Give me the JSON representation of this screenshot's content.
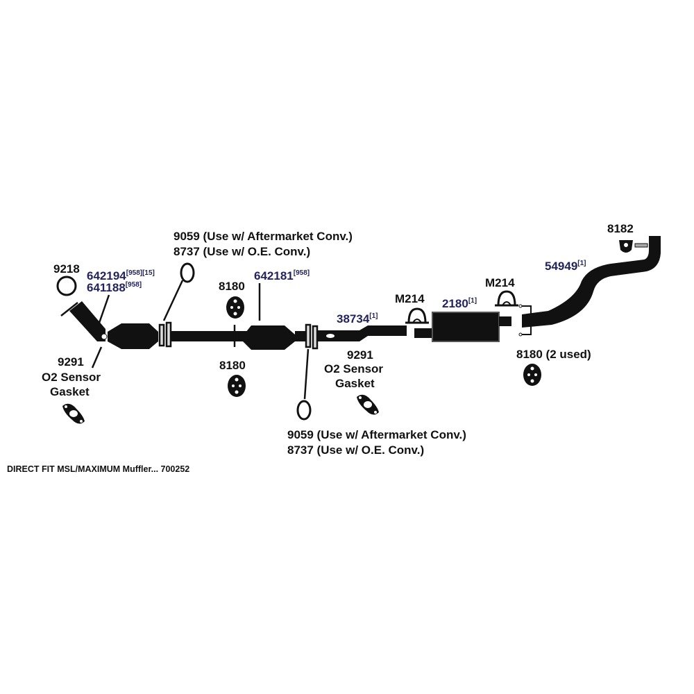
{
  "labels": {
    "top_gasket_aftermarket": "9059 (Use w/ Aftermarket Conv.)",
    "top_gasket_oe": "8737 (Use w/ O.E. Conv.)",
    "front_gasket": "9218",
    "front_converter_a": "642194",
    "front_converter_a_notes": "[958][15]",
    "front_converter_b": "641188",
    "front_converter_b_notes": "[958]",
    "hanger_upper": "8180",
    "rear_converter": "642181",
    "rear_converter_notes": "[958]",
    "hanger_lower": "8180",
    "o2_left_number": "9291",
    "o2_left_line1": "O2 Sensor",
    "o2_left_line2": "Gasket",
    "intermediate_pipe": "38734",
    "intermediate_pipe_notes": "[1]",
    "o2_right_number": "9291",
    "o2_right_line1": "O2 Sensor",
    "o2_right_line2": "Gasket",
    "clamp_left": "M214",
    "muffler": "2180",
    "muffler_notes": "[1]",
    "clamp_right": "M214",
    "tailpipe": "54949",
    "tailpipe_notes": "[1]",
    "tail_hanger": "8182",
    "hanger_right": "8180 (2 used)",
    "bottom_gasket_aftermarket": "9059 (Use w/ Aftermarket Conv.)",
    "bottom_gasket_oe": "8737 (Use w/ O.E. Conv.)"
  },
  "footer": "DIRECT FIT MSL/MAXIMUM Muffler... 700252",
  "colors": {
    "part_number": "#23235e",
    "text": "#111111"
  }
}
